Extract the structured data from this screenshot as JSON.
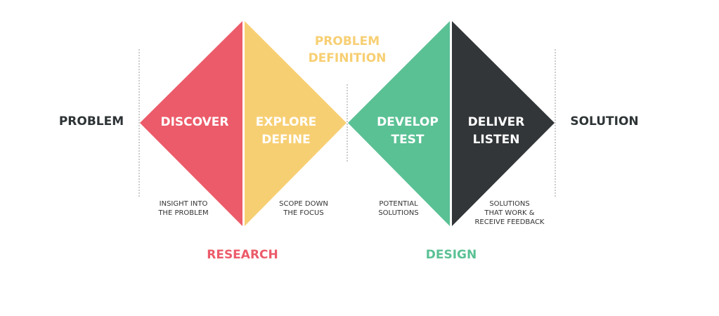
{
  "colors": {
    "discover": "#EC5B6A",
    "define": "#F7CF73",
    "develop": "#5AC194",
    "deliver": "#323638",
    "text": "#2E3436"
  },
  "endpoints": {
    "start": "PROBLEM",
    "end": "SOLUTION"
  },
  "stages": [
    {
      "title1": "DISCOVER",
      "title2": "",
      "note1": "INSIGHT INTO",
      "note2": "THE PROBLEM"
    },
    {
      "title1": "EXPLORE",
      "title2": "DEFINE",
      "note1": "SCOPE DOWN",
      "note2": "THE FOCUS"
    },
    {
      "title1": "DEVELOP",
      "title2": "TEST",
      "note1": "POTENTIAL",
      "note2": "SOLUTIONS"
    },
    {
      "title1": "DELIVER",
      "title2": "LISTEN",
      "note1": "SOLUTIONS",
      "note2": "THAT WORK &",
      "note3": "RECEIVE FEEDBACK"
    }
  ],
  "midpoint": {
    "line1": "PROBLEM",
    "line2": "DEFINITION"
  },
  "phases": {
    "left": "RESEARCH",
    "right": "DESIGN"
  }
}
